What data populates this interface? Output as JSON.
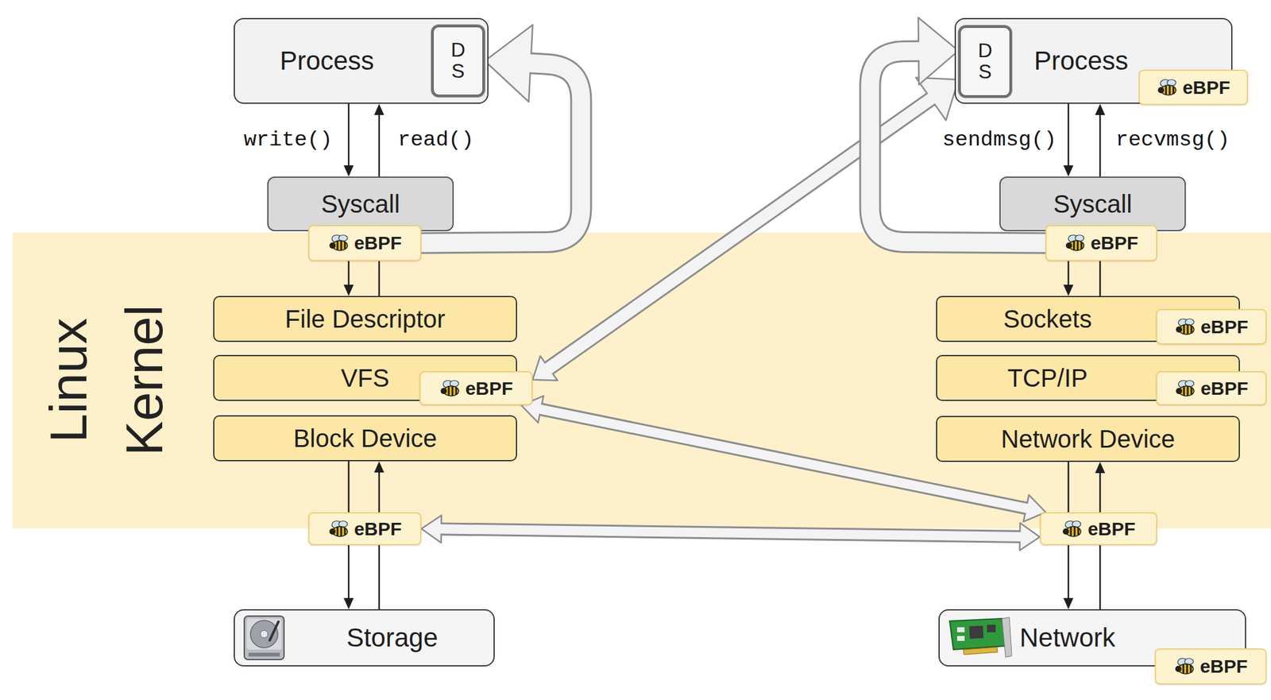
{
  "diagram": {
    "nodes": [
      {
        "text": [
          "Process"
        ]
      },
      {
        "text": [
          "D S"
        ],
        "in": 0
      },
      {
        "text": [
          "Process"
        ]
      },
      {
        "text": [
          "D S"
        ],
        "in": 2
      },
      {
        "text": [
          "eBPF"
        ]
      },
      {
        "text": [
          "Syscall"
        ]
      },
      {
        "text": [
          "eBPF"
        ]
      },
      {
        "text": [
          "Syscall"
        ]
      },
      {
        "text": [
          "eBPF"
        ]
      },
      {
        "text": [
          "File Descriptor"
        ]
      },
      {
        "text": [
          "Sockets"
        ]
      },
      {
        "text": [
          "eBPF"
        ]
      },
      {
        "text": [
          "VFS"
        ]
      },
      {
        "text": [
          "eBPF"
        ]
      },
      {
        "text": [
          "TCP/IP"
        ]
      },
      {
        "text": [
          "eBPF"
        ]
      },
      {
        "text": [
          "Block Device"
        ]
      },
      {
        "text": [
          "Network Device"
        ]
      },
      {
        "text": [
          "eBPF"
        ]
      },
      {
        "text": [
          "eBPF"
        ]
      },
      {
        "text": [
          "Storage"
        ]
      },
      {
        "text": [
          "Network"
        ]
      },
      {
        "text": [
          "eBPF"
        ]
      }
    ],
    "edges": [
      {
        "from": 0,
        "to": 5,
        "label": "write()",
        "arrow": "to"
      },
      {
        "from": 5,
        "to": 0,
        "label": "read()",
        "arrow": "to"
      },
      {
        "from": 2,
        "to": 7,
        "label": "sendmsg()",
        "arrow": "to"
      },
      {
        "from": 7,
        "to": 2,
        "label": "recvmsg()",
        "arrow": "to"
      },
      {
        "from": 6,
        "to": 9,
        "arrow": "to"
      },
      {
        "from": 9,
        "to": 6,
        "arrow": "none"
      },
      {
        "from": 8,
        "to": 10,
        "arrow": "to"
      },
      {
        "from": 10,
        "to": 8,
        "arrow": "none"
      },
      {
        "from": 16,
        "to": 18,
        "arrow": "none"
      },
      {
        "from": 18,
        "to": 16,
        "arrow": "to"
      },
      {
        "from": 18,
        "to": 20,
        "arrow": "to"
      },
      {
        "from": 20,
        "to": 18,
        "arrow": "none"
      },
      {
        "from": 17,
        "to": 19,
        "arrow": "none"
      },
      {
        "from": 19,
        "to": 17,
        "arrow": "to"
      },
      {
        "from": 19,
        "to": 21,
        "arrow": "to"
      },
      {
        "from": 21,
        "to": 19,
        "arrow": "none"
      },
      {
        "from": 6,
        "to": 1,
        "arrow": "to"
      },
      {
        "from": 13,
        "to": 3,
        "arrow": "both"
      },
      {
        "from": 8,
        "to": 3,
        "arrow": "to"
      },
      {
        "from": 13,
        "to": 19,
        "arrow": "both"
      },
      {
        "from": 18,
        "to": 19,
        "arrow": "both"
      }
    ],
    "labels": [
      "Linux Kernel"
    ]
  }
}
